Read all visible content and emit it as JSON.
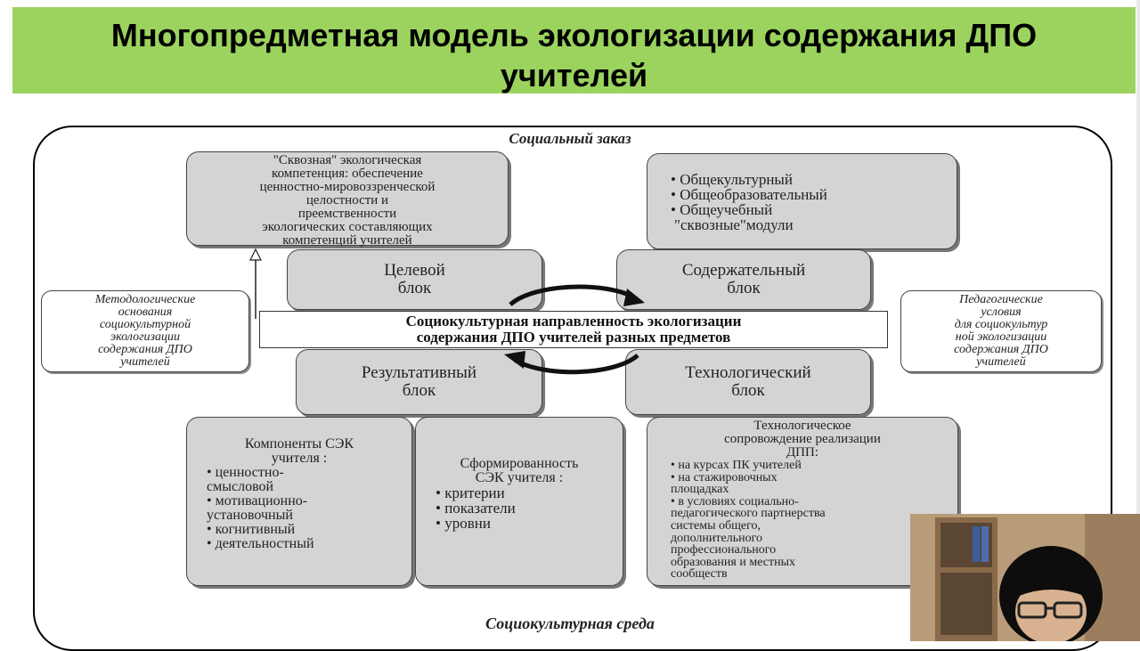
{
  "slide": {
    "title_line1": "Многопредметная модель экологизации содержания ДПО",
    "title_line2": "учителей"
  },
  "diagram": {
    "top_label": "Социальный заказ",
    "bottom_label": "Социокультурная среда",
    "competence_box": [
      "\"Сквозная\" экологическая",
      "компетенция: обеспечение",
      "ценностно-мировоззренческой",
      "целостности и",
      "преемственности",
      "экологических составляющих",
      "компетенций учителей"
    ],
    "modules_box": {
      "items": [
        "Общекультурный",
        "Общеобразовательный",
        "Общеучебный"
      ],
      "tail": "\"сквозные\"модули"
    },
    "target_block": [
      "Целевой",
      "блок"
    ],
    "content_block": [
      "Содержательный",
      "блок"
    ],
    "result_block": [
      "Результативный",
      "блок"
    ],
    "tech_block": [
      "Технологический",
      "блок"
    ],
    "center_bar": [
      "Социокультурная направленность экологизации",
      "содержания ДПО учителей разных предметов"
    ],
    "left_side": [
      "Методологические",
      "основания",
      "социокультурной",
      "экологизации",
      "содержания ДПО",
      "учителей"
    ],
    "right_side": [
      "Педагогические",
      "условия",
      "для социокультур",
      "ной экологизации",
      "содержания ДПО",
      "учителей"
    ],
    "components_box": {
      "heading": [
        "Компоненты СЭК",
        "учителя :"
      ],
      "items": [
        "ценностно-",
        "смысловой",
        "мотивационно-",
        "установочный",
        "когнитивный",
        "деятельностный"
      ]
    },
    "formed_box": {
      "heading": [
        "Сформированность",
        "СЭК учителя :"
      ],
      "items": [
        "критерии",
        "показатели",
        "уровни"
      ]
    },
    "tech_support_box": {
      "heading": [
        "Технологическое",
        "сопровождение реализации",
        "ДПП:"
      ],
      "items": [
        "на курсах ПК учителей",
        "на стажировочных",
        "площадках",
        "в условиях социально-",
        "педагогического партнерства",
        "системы общего,",
        "дополнительного",
        "профессионального",
        "образования и местных",
        "сообществ"
      ]
    }
  },
  "colors": {
    "title_bar": "#9bd35e",
    "box_fill": "#d4d4d4",
    "frame": "#000000"
  }
}
